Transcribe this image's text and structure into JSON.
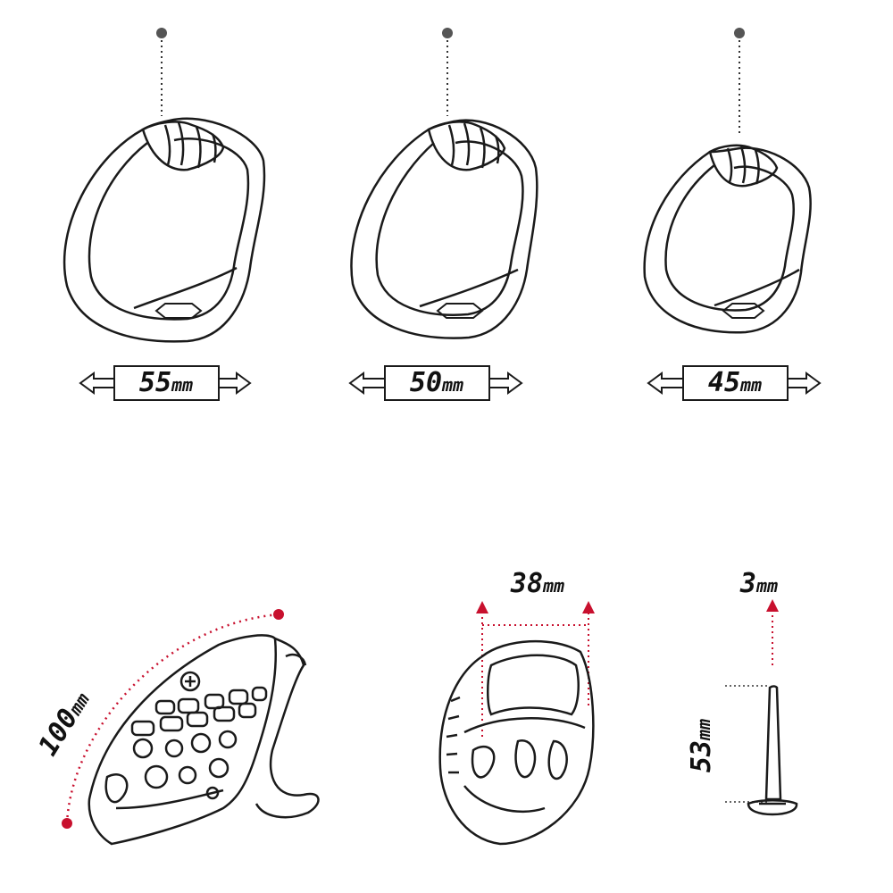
{
  "rings": [
    {
      "value": "55",
      "unit": "mm"
    },
    {
      "value": "50",
      "unit": "mm"
    },
    {
      "value": "45",
      "unit": "mm"
    }
  ],
  "dimensions": {
    "length": {
      "value": "100",
      "unit": "mm"
    },
    "width": {
      "value": "38",
      "unit": "mm"
    },
    "rod_diameter": {
      "value": "3",
      "unit": "mm"
    },
    "rod_length": {
      "value": "53",
      "unit": "mm"
    }
  },
  "colors": {
    "accent": "#c8102e",
    "line": "#1a1a1a",
    "pin": "#555555"
  }
}
